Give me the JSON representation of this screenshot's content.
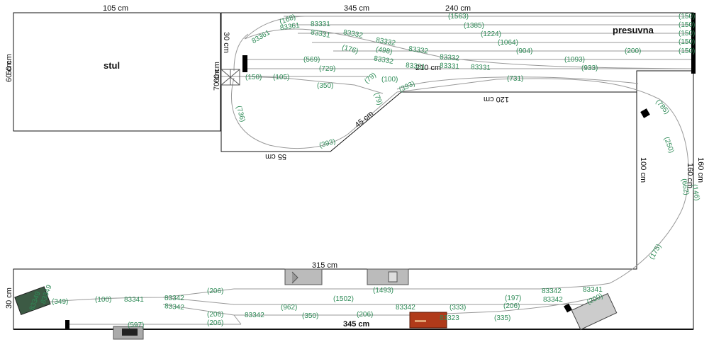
{
  "dims": {
    "d105": "105 cm",
    "d345top": "345 cm",
    "d240": "240 cm",
    "d60a": "60 cm",
    "d60b": "60 cm",
    "d30a": "30 cm",
    "d70": "70 cm",
    "d60c": "60 cm",
    "d210": "210 cm",
    "d120": "120 cm",
    "d45": "45 cm",
    "d55": "55 cm",
    "d100": "100 cm",
    "d160a": "160 cm",
    "d160b": "160 cm",
    "d315": "315 cm",
    "d30b": "30 cm",
    "d345bot": "345 cm"
  },
  "areas": {
    "table": "stul",
    "traverser": "presuvna"
  },
  "track_labels": {
    "t150a": "(150)",
    "t150b": "(150)",
    "t150c": "(150)",
    "t150d": "(150)",
    "t150e": "(150)",
    "t1563": "(1563)",
    "t1385": "(1385)",
    "t1224": "(1224)",
    "t1064": "(1064)",
    "t904": "(904)",
    "t200a": "(200)",
    "t1093": "(1093)",
    "t933": "(933)",
    "t168": "(168)",
    "m83361a": "83361",
    "m83361b": "83361",
    "m83331a": "83331",
    "m83331b": "83331",
    "m83332a": "83332",
    "m83332b": "83332",
    "t176": "(176)",
    "t498": "(498)",
    "m83332c": "83332",
    "m83332d": "83332",
    "m83332e": "83332",
    "m83331c": "83331",
    "m83331d": "83331",
    "m83331e": "83331",
    "t569": "(569)",
    "t729": "(729)",
    "t150f": "(150)",
    "t105": "(105)",
    "t350a": "(350)",
    "t79a": "(79)",
    "t100a": "(100)",
    "t79b": "(79)",
    "t393a": "(393)",
    "t731": "(731)",
    "t736": "(736)",
    "t393b": "(393)",
    "t785": "(785)",
    "t250": "(250)",
    "t662": "(662)",
    "t146": "(146)",
    "t175": "(175)",
    "t349": "(349)",
    "t100b": "(100)",
    "m83341a": "83341",
    "m83342a": "83342",
    "m83342b": "83342",
    "t206a": "(206)",
    "t1493": "(1493)",
    "t1502": "(1502)",
    "t197": "(197)",
    "m83342c": "83342",
    "m83341b": "83341",
    "m83342d": "83342",
    "t206b": "(206)",
    "t206c": "(206)",
    "m83342e": "83342",
    "t962": "(962)",
    "t350b": "(350)",
    "t206d": "(206)",
    "m83342f": "83342",
    "t333": "(333)",
    "t206e": "(206)",
    "t200b": "(200)",
    "t597": "(597)",
    "t335": "(335)",
    "m83323": "83323",
    "m83349a": "83349",
    "m83349b": "83349"
  },
  "colors": {
    "track": "#999999",
    "labels": "#2e8b57",
    "board": "#111111",
    "station_red": "#b03a1a"
  }
}
